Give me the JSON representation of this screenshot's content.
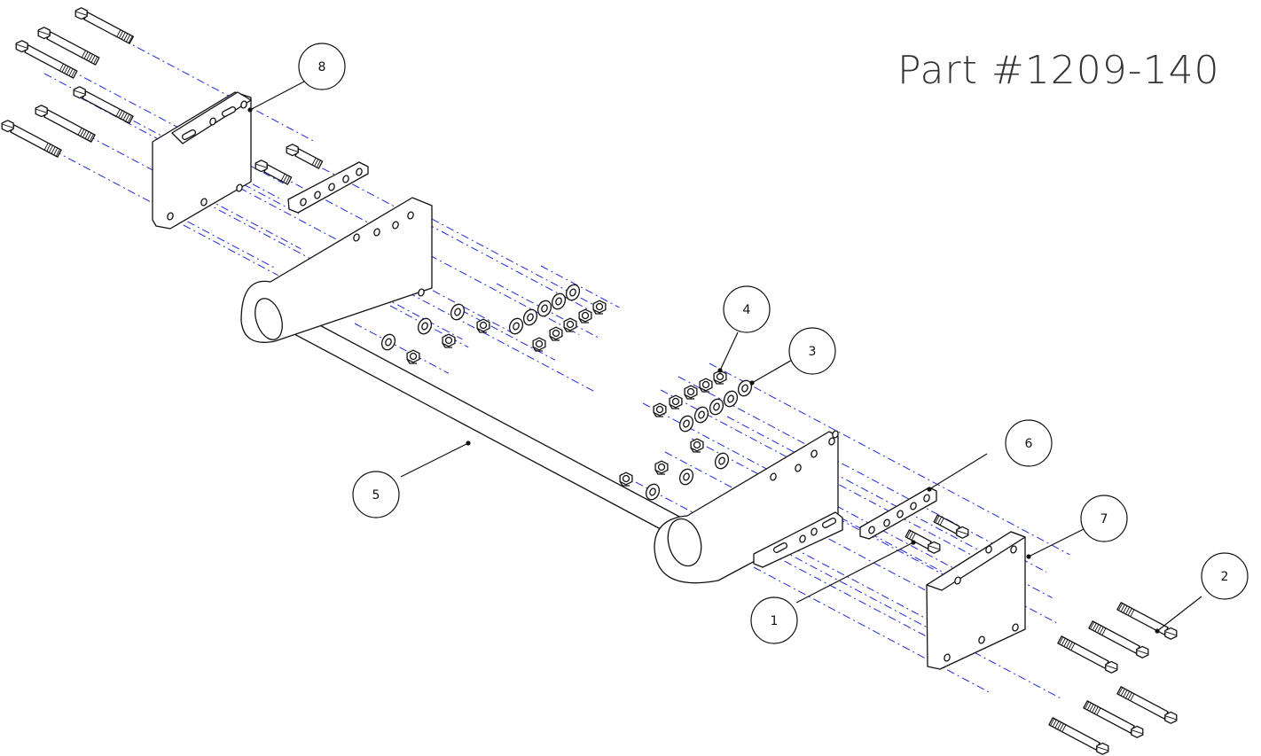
{
  "title": "Part #1209-140",
  "colors": {
    "line": "#111111",
    "centerline": "#1f2bd6",
    "fill": "#ffffff"
  },
  "balloons": [
    {
      "label": "1"
    },
    {
      "label": "2"
    },
    {
      "label": "3"
    },
    {
      "label": "4"
    },
    {
      "label": "5"
    },
    {
      "label": "6"
    },
    {
      "label": "7"
    },
    {
      "label": "8"
    }
  ]
}
